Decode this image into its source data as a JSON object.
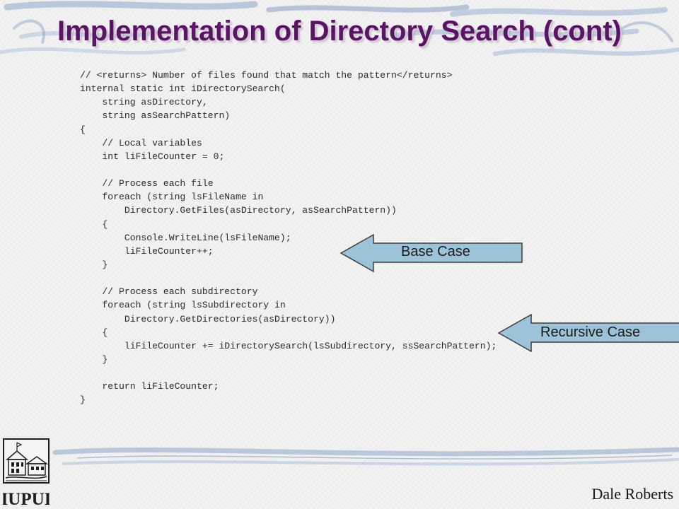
{
  "slide": {
    "title": "Implementation of Directory Search (cont)",
    "code_lines": [
      "// <returns> Number of files found that match the pattern</returns>",
      "internal static int iDirectorySearch(",
      "    string asDirectory,",
      "    string asSearchPattern)",
      "{",
      "    // Local variables",
      "    int liFileCounter = 0;",
      "",
      "    // Process each file",
      "    foreach (string lsFileName in",
      "        Directory.GetFiles(asDirectory, asSearchPattern))",
      "    {",
      "        Console.WriteLine(lsFileName);",
      "        liFileCounter++;",
      "    }",
      "",
      "    // Process each subdirectory",
      "    foreach (string lsSubdirectory in",
      "        Directory.GetDirectories(asDirectory))",
      "    {",
      "        liFileCounter += iDirectorySearch(lsSubdirectory, ssSearchPattern);",
      "    }",
      "",
      "    return liFileCounter;",
      "}"
    ],
    "callouts": {
      "base_case": "Base Case",
      "recursive_case": "Recursive Case"
    },
    "logo_text": "IUPUI",
    "author": "Dale Roberts"
  },
  "colors": {
    "title": "#5a1464",
    "arrow_fill": "#9dc3d8",
    "arrow_stroke": "#3c3c3c",
    "swash": "#8fa7c8"
  }
}
